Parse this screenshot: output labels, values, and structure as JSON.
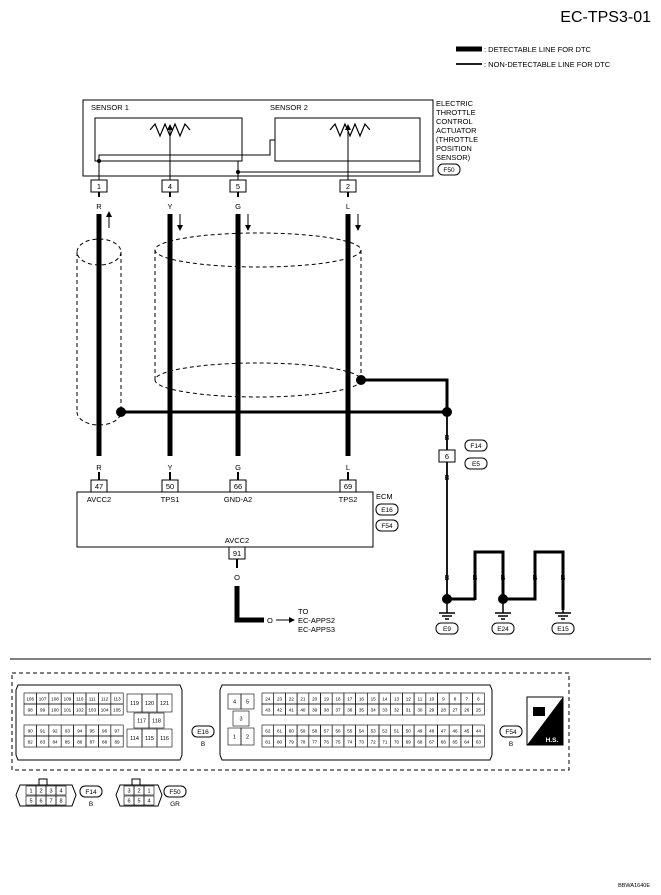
{
  "page_code": "EC-TPS3-01",
  "legend": {
    "detectable": ": DETECTABLE LINE FOR DTC",
    "non_detectable": ": NON-DETECTABLE LINE FOR DTC"
  },
  "actuator": {
    "title_lines": [
      "ELECTRIC",
      "THROTTLE",
      "CONTROL",
      "ACTUATOR",
      "(THROTTLE",
      "POSITION",
      "SENSOR)"
    ],
    "connector": "F50",
    "sensor1": "SENSOR 1",
    "sensor2": "SENSOR 2",
    "pins": [
      "1",
      "4",
      "5",
      "2"
    ]
  },
  "wires": {
    "top_colors": [
      "R",
      "Y",
      "G",
      "L"
    ],
    "bottom_colors": [
      "R",
      "Y",
      "G",
      "L"
    ],
    "shield_color": "B",
    "ecm_out_color": "O",
    "ground_colors": [
      "B",
      "B",
      "B",
      "B",
      "B"
    ]
  },
  "joint": {
    "connector_top": "F14",
    "pin": "6",
    "connector_bottom": "E5"
  },
  "ecm": {
    "label": "ECM",
    "connectors": [
      "E16",
      "F54"
    ],
    "terminals": [
      {
        "pin": "47",
        "name": "AVCC2"
      },
      {
        "pin": "50",
        "name": "TPS1"
      },
      {
        "pin": "66",
        "name": "GND-A2"
      },
      {
        "pin": "69",
        "name": "TPS2"
      }
    ],
    "bottom_terminal": {
      "pin": "91",
      "name": "AVCC2"
    }
  },
  "to_text": [
    "TO",
    "EC-APPS2",
    "EC-APPS3"
  ],
  "grounds": [
    "E9",
    "E24",
    "E15"
  ],
  "connector_views": {
    "e16": {
      "label": "E16",
      "color": "B",
      "row1": [
        "106",
        "107",
        "108",
        "109",
        "110",
        "111",
        "112",
        "113"
      ],
      "row2": [
        "98",
        "99",
        "100",
        "101",
        "102",
        "103",
        "104",
        "105"
      ],
      "row3": [
        "90",
        "91",
        "92",
        "93",
        "94",
        "95",
        "96",
        "97"
      ],
      "row4": [
        "82",
        "83",
        "84",
        "85",
        "86",
        "87",
        "88",
        "89"
      ],
      "mid_top": [
        "119",
        "120",
        "121"
      ],
      "mid_center": [
        "117",
        "118"
      ],
      "mid_bottom": [
        "114",
        "115",
        "116"
      ]
    },
    "f54": {
      "label": "F54",
      "color": "B",
      "left_top": [
        "4",
        "5"
      ],
      "left_mid": "3",
      "left_bottom": [
        "1",
        "2"
      ],
      "row1": [
        "24",
        "23",
        "22",
        "21",
        "20",
        "19",
        "18",
        "17",
        "16",
        "15",
        "14",
        "13",
        "12",
        "11",
        "10",
        "9",
        "8",
        "7",
        "6"
      ],
      "row2": [
        "43",
        "42",
        "41",
        "40",
        "39",
        "38",
        "37",
        "36",
        "35",
        "34",
        "33",
        "32",
        "31",
        "30",
        "29",
        "28",
        "27",
        "26",
        "25"
      ],
      "row3": [
        "62",
        "61",
        "60",
        "59",
        "58",
        "57",
        "56",
        "55",
        "54",
        "53",
        "52",
        "51",
        "50",
        "49",
        "48",
        "47",
        "46",
        "45",
        "44"
      ],
      "row4": [
        "81",
        "80",
        "79",
        "78",
        "77",
        "76",
        "75",
        "74",
        "73",
        "72",
        "71",
        "70",
        "69",
        "68",
        "67",
        "66",
        "65",
        "64",
        "63"
      ]
    },
    "hs": "H.S.",
    "f14": {
      "label": "F14",
      "color": "B",
      "top": [
        "1",
        "2",
        "3",
        "4"
      ],
      "bottom": [
        "5",
        "6",
        "7",
        "8"
      ]
    },
    "f50": {
      "label": "F50",
      "color": "GR",
      "top": [
        "3",
        "2",
        "1"
      ],
      "bottom": [
        "6",
        "5",
        "4"
      ]
    }
  },
  "footer_code": "BBWA1640E"
}
